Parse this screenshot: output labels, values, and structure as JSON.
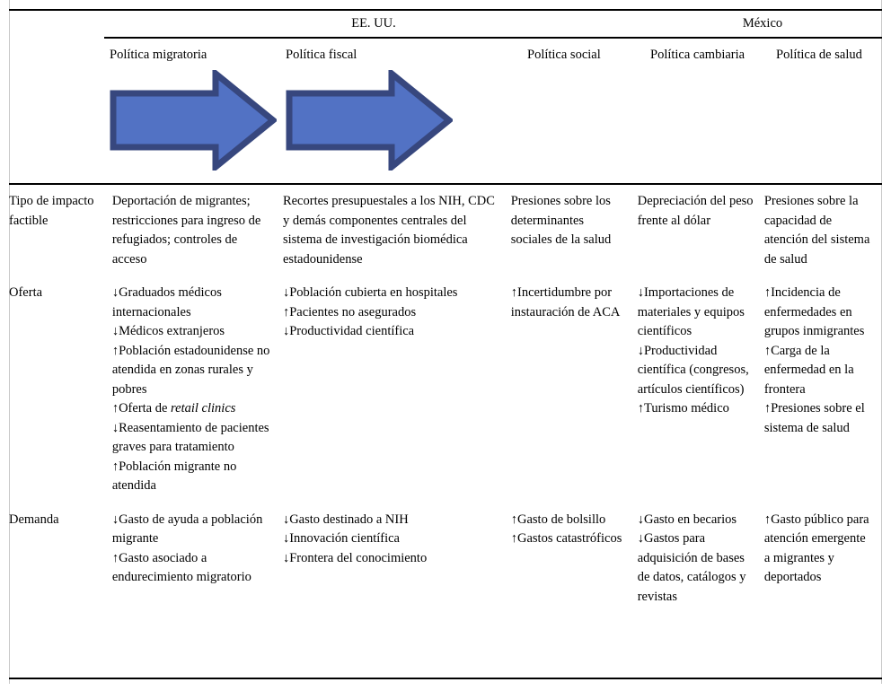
{
  "table": {
    "groups": [
      {
        "label": "EE. UU."
      },
      {
        "label": "México"
      }
    ],
    "columns": [
      {
        "key": "row_label",
        "label": ""
      },
      {
        "key": "politica_migratoria",
        "label": "Política migratoria",
        "group": "EE. UU.",
        "arrow": "right-arrow-icon"
      },
      {
        "key": "politica_fiscal",
        "label": "Política fiscal",
        "group": "EE. UU.",
        "arrow": "right-arrow-icon"
      },
      {
        "key": "politica_social",
        "label": "Política social",
        "group": "EE. UU.",
        "arrow": null
      },
      {
        "key": "politica_cambiaria",
        "label": "Política cambiaria",
        "group": "México",
        "arrow": null
      },
      {
        "key": "politica_de_salud",
        "label": "Política de salud",
        "group": "México",
        "arrow": null
      }
    ],
    "rows": [
      {
        "label": "Tipo de impacto factible",
        "cells": {
          "politica_migratoria": [
            "Deportación de migrantes; restricciones para ingreso de refugiados; controles de acceso"
          ],
          "politica_fiscal": [
            "Recortes presupuestales a los NIH, CDC y demás componentes centrales del sistema de investigación biomédica estadounidense"
          ],
          "politica_social": [
            "Presiones sobre los determinantes sociales de la salud"
          ],
          "politica_cambiaria": [
            "Depreciación del peso frente al dólar"
          ],
          "politica_de_salud": [
            "Presiones sobre la capacidad de atención del sistema de salud"
          ]
        }
      },
      {
        "label": "Oferta",
        "cells": {
          "politica_migratoria": [
            "↓Graduados médicos internacionales",
            "↓Médicos extranjeros",
            "↑Población estadounidense no atendida en zonas rurales y pobres",
            "↑Oferta de retail clinics",
            "↓Reasentamiento de pacientes graves para tratamiento",
            "↑Población migrante no atendida"
          ],
          "politica_fiscal": [
            "↓Población cubierta en hospitales",
            "↑Pacientes no asegurados",
            "↓Productividad científica"
          ],
          "politica_social": [
            "↑Incertidumbre por instauración de ACA"
          ],
          "politica_cambiaria": [
            "↓Importaciones de materiales y equipos científicos",
            "↓Productividad científica (congresos, artículos científicos)",
            "↑Turismo médico"
          ],
          "politica_de_salud": [
            "↑Incidencia de enfermedades en grupos inmigrantes",
            "↑Carga de la enfermedad en la frontera",
            "↑Presiones sobre el sistema de salud"
          ]
        }
      },
      {
        "label": "Demanda",
        "cells": {
          "politica_migratoria": [
            "↓Gasto de ayuda a población migrante",
            "↑Gasto asociado a endurecimiento migratorio"
          ],
          "politica_fiscal": [
            "↓Gasto destinado a NIH",
            "↓Innovación científica",
            "↓Frontera del conocimiento"
          ],
          "politica_social": [
            "↑Gasto de bolsillo",
            "↑Gastos catastróficos"
          ],
          "politica_cambiaria": [
            "↓Gasto en becarios",
            "↓Gastos para adquisición de bases de datos, catálogos y revistas"
          ],
          "politica_de_salud": [
            "↑Gasto público para atención emergente a migrantes y deportados"
          ]
        }
      }
    ]
  },
  "style": {
    "arrow_fill": "#5272C4",
    "arrow_stroke": "#37477E",
    "rule_color": "#000000",
    "frame_color": "#C9C9C9"
  },
  "italic_terms": [
    "retail clinics"
  ]
}
